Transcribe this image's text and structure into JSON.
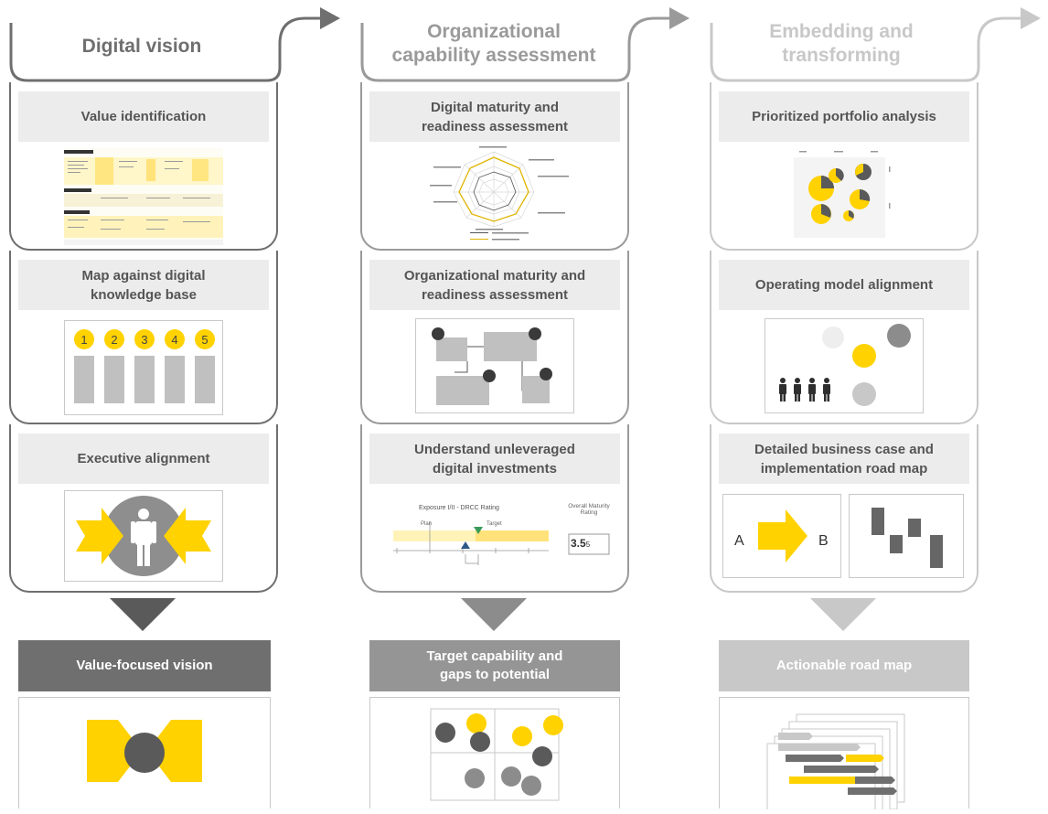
{
  "columns": [
    {
      "title": "Digital vision",
      "color": "#6f6f6f",
      "output": "Value-focused vision"
    },
    {
      "title_line1": "Organizational",
      "title_line2": "capability assessment",
      "color": "#949494",
      "output_line1": "Target capability and",
      "output_line2": "gaps to potential"
    },
    {
      "title_line1": "Embedding and",
      "title_line2": "transforming",
      "color": "#c6c6c6",
      "output": "Actionable road map"
    }
  ],
  "steps": {
    "c1": [
      {
        "label": "Value identification"
      },
      {
        "label_line1": "Map against digital",
        "label_line2": "knowledge base"
      },
      {
        "label": "Executive alignment"
      }
    ],
    "c2": [
      {
        "label_line1": "Digital maturity and",
        "label_line2": "readiness assessment"
      },
      {
        "label_line1": "Organizational maturity and",
        "label_line2": "readiness assessment"
      },
      {
        "label_line1": "Understand unleveraged",
        "label_line2": "digital investments"
      }
    ],
    "c3": [
      {
        "label": "Prioritized portfolio analysis"
      },
      {
        "label": "Operating model alignment"
      },
      {
        "label_line1": "Detailed business case and",
        "label_line2": "implementation road map"
      }
    ]
  },
  "knowledge_numbers": [
    "1",
    "2",
    "3",
    "4",
    "5"
  ],
  "rating_panel": {
    "title": "Exposure I/II - DRCC Rating",
    "marker_left": "Plan",
    "marker_right": "Target",
    "overall_title_1": "Overall Maturity",
    "overall_title_2": "Rating",
    "overall_value": "3.5",
    "overall_suffix": "5"
  },
  "roadmap_labels": {
    "from": "A",
    "to": "B"
  },
  "colors": {
    "yellow": "#ffd200",
    "dark_gray": "#5a5a5a",
    "mid_gray": "#8c8c8c",
    "light_gray": "#c8c8c8",
    "label_bg": "#ececec"
  }
}
